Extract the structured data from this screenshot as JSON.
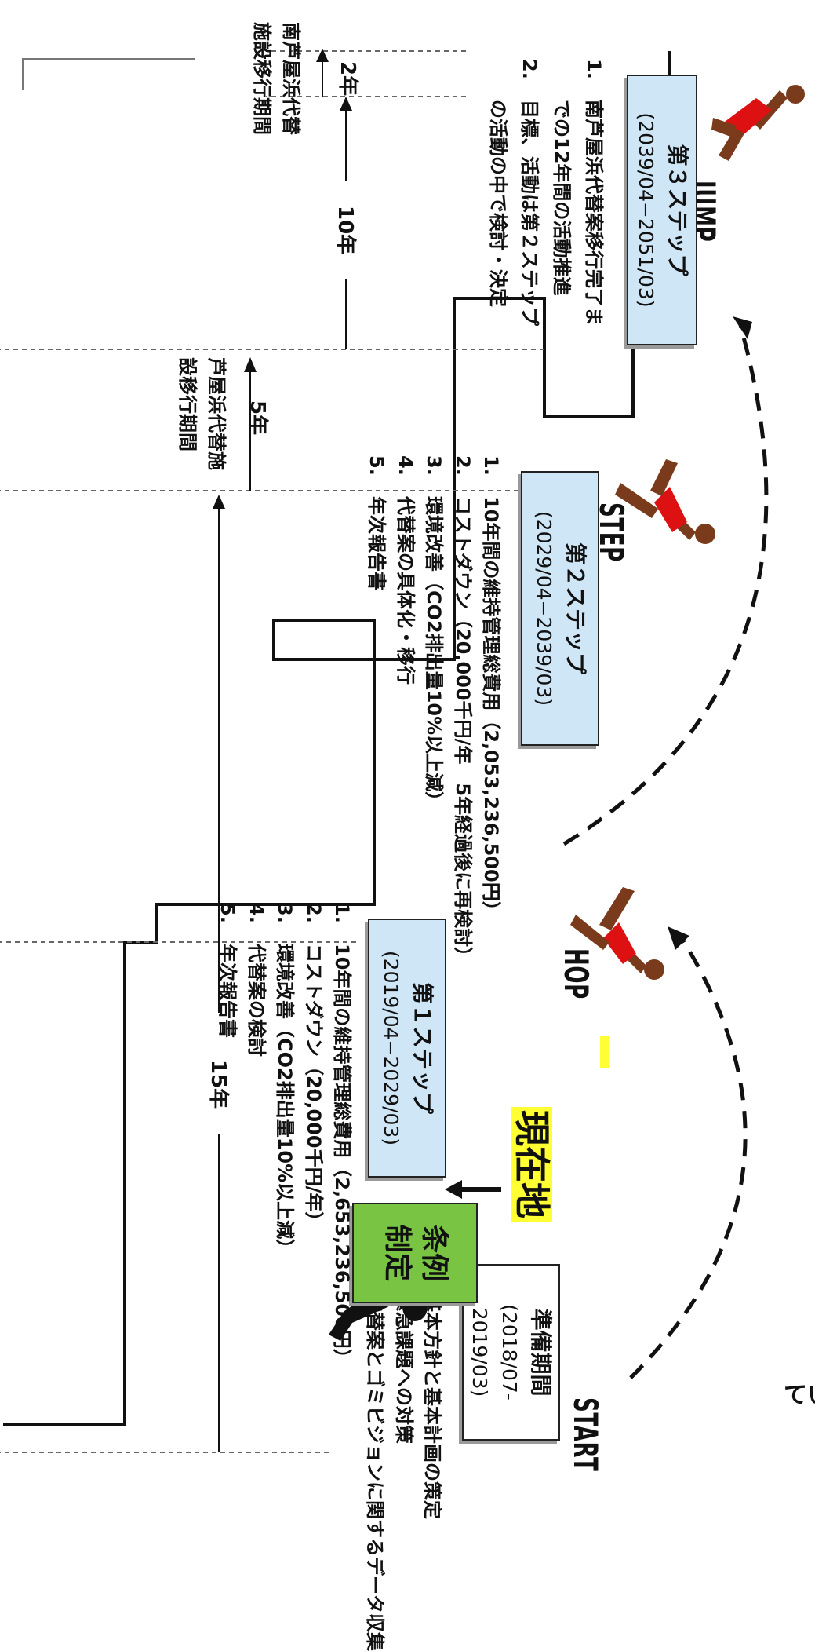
{
  "top_fragment": "ています。",
  "stages": {
    "start_label": "START",
    "hop_label": "HOP",
    "step_label": "STEP",
    "jump_label": "JUMP"
  },
  "prep": {
    "title": "準備期間",
    "period": "(2018/07-2019/03)",
    "items": [
      "基本方針と基本計画の策定",
      "緊急課題への対策",
      "代替案とゴミビジョンに関するデータ収集"
    ]
  },
  "ordinance": {
    "label_lines": [
      "条例",
      "制定"
    ]
  },
  "current_marker": "現在地",
  "step1": {
    "title": "第１ステップ",
    "period": "(2019/04−2029/03)",
    "items": [
      "10年間の維持管理総費用（2,653,236,500円）",
      "コストダウン（20,000千円/年）",
      "環境改善（CO2排出量10%以上減）",
      "代替案の検討",
      "年次報告書"
    ]
  },
  "step2": {
    "title": "第２ステップ",
    "period": "(2029/04−2039/03)",
    "items": [
      "10年間の維持管理総費用（2,053,236,500円）",
      "コストダウン（20,000千円/年　5年経過後に再検討）",
      "環境改善（CO2排出量10%以上減）",
      "代替案の具体化・移行",
      "年次報告書"
    ]
  },
  "step3": {
    "title": "第３ステップ",
    "period": "(2039/04−2051/03)",
    "items": [
      "南芦屋浜代替案移行完了までの12年間の活動推進",
      "目標、活動は第２ステップの活動の中で検討・決定"
    ]
  },
  "durations": {
    "years15": "15年",
    "years5": "5年",
    "years10": "10年",
    "years2": "2年"
  },
  "transition_periods": {
    "ashiyahama": [
      "芦屋浜代替施",
      "設移行期間"
    ],
    "minami_ashiyahama": [
      "南芦屋浜代替",
      "施設移行期間"
    ]
  },
  "list_numbers": [
    "1.",
    "2.",
    "3.",
    "4.",
    "5."
  ]
}
